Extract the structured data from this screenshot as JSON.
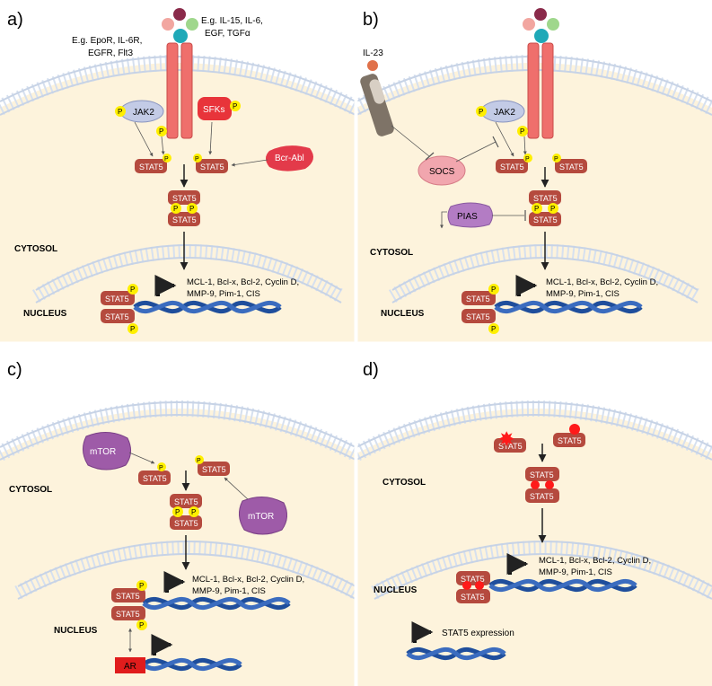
{
  "panels": {
    "a": {
      "letter": "a)",
      "ligands_label_line1": "E.g. IL-15, IL-6,",
      "ligands_label_line2": "EGF, TGFα",
      "receptors_label_line1": "E.g. EpoR, IL-6R,",
      "receptors_label_line2": "EGFR, Flt3",
      "jak2": "JAK2",
      "sfks": "SFKs",
      "bcr_abl": "Bcr-Abl",
      "stat5": "STAT5",
      "p": "P",
      "cytosol": "CYTOSOL",
      "nucleus": "NUCLEUS",
      "targets_line1": "MCL-1, Bcl-x, Bcl-2, Cyclin D,",
      "targets_line2": "MMP-9, Pim-1, CIS"
    },
    "b": {
      "letter": "b)",
      "il23": "IL-23",
      "jak2": "JAK2",
      "socs": "SOCS",
      "pias": "PIAS",
      "stat5": "STAT5",
      "p": "P",
      "cytosol": "CYTOSOL",
      "nucleus": "NUCLEUS",
      "targets_line1": "MCL-1, Bcl-x, Bcl-2, Cyclin D,",
      "targets_line2": "MMP-9, Pim-1, CIS"
    },
    "c": {
      "letter": "c)",
      "mtor": "mTOR",
      "stat5": "STAT5",
      "p": "P",
      "cytosol": "CYTOSOL",
      "nucleus": "NUCLEUS",
      "ar": "AR",
      "targets_line1": "MCL-1, Bcl-x, Bcl-2, Cyclin D,",
      "targets_line2": "MMP-9, Pim-1, CIS"
    },
    "d": {
      "letter": "d)",
      "stat5": "STAT5",
      "cytosol": "CYTOSOL",
      "nucleus": "NUCLEUS",
      "targets_line1": "MCL-1, Bcl-x, Bcl-2, Cyclin D,",
      "targets_line2": "MMP-9, Pim-1, CIS",
      "expression": "STAT5 expression"
    }
  },
  "colors": {
    "cytosol_bg": "#fdf3dc",
    "membrane_head": "#e8eef7",
    "stat5": "#b54a3e",
    "phospho": "#ffef00",
    "receptor": "#ef6f6c",
    "jak2": "#c3cbe6",
    "sfks": "#e8343a",
    "bcr_abl": "#e33a4a",
    "socs": "#f1a6ae",
    "pias": "#b37cc4",
    "mtor": "#9e5ba8",
    "il23_receptor": "#7e7367",
    "dna": "#1f4e9c",
    "ar": "#e01c1c",
    "mutation": "#ff1a1a"
  }
}
